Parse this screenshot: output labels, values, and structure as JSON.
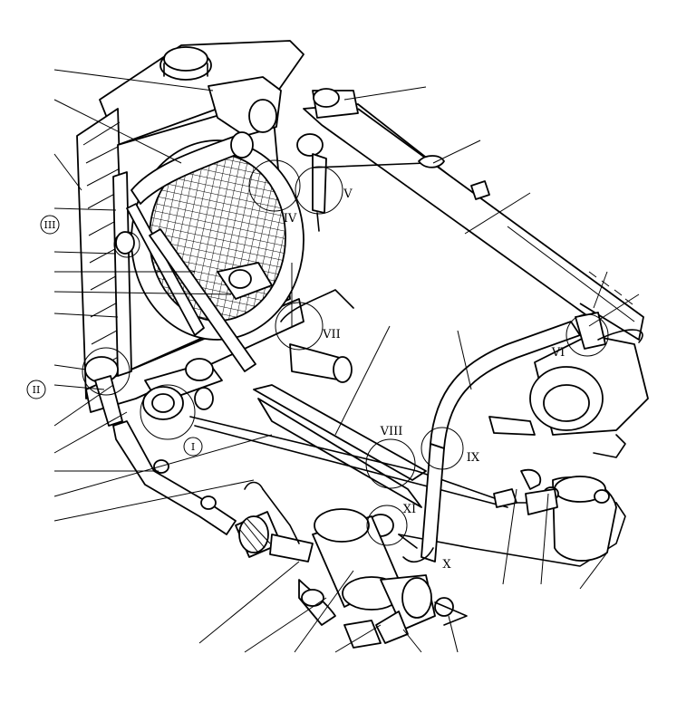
{
  "callouts": [
    {
      "id": "I",
      "label": "I"
    },
    {
      "id": "II",
      "label": "II"
    },
    {
      "id": "III",
      "label": "III"
    },
    {
      "id": "IV",
      "label": "IV"
    },
    {
      "id": "V",
      "label": "V"
    },
    {
      "id": "VI",
      "label": "VI"
    },
    {
      "id": "VII",
      "label": "VII"
    },
    {
      "id": "VIII",
      "label": "VIII"
    },
    {
      "id": "IX",
      "label": "IX"
    },
    {
      "id": "X",
      "label": "X"
    },
    {
      "id": "XI",
      "label": "XI"
    }
  ]
}
